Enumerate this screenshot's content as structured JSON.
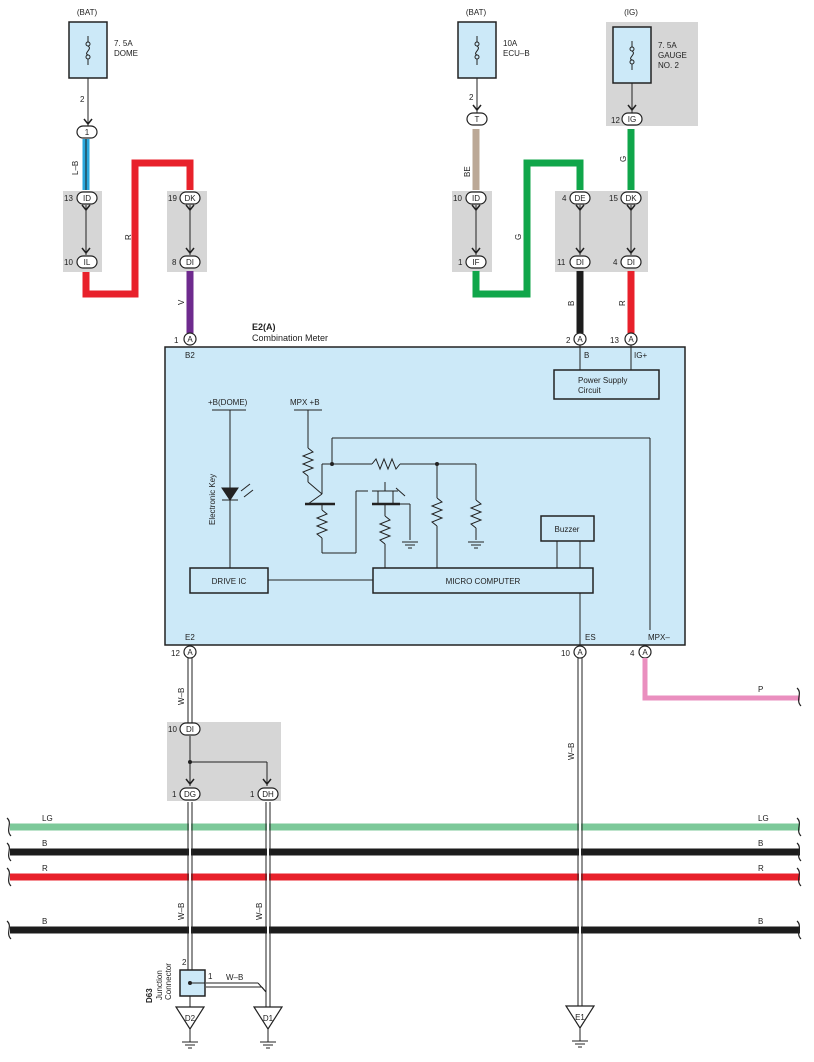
{
  "fuses": [
    {
      "source": "(BAT)",
      "rating": "7. 5A",
      "name": "DOME",
      "pin": "2"
    },
    {
      "source": "(BAT)",
      "rating": "10A",
      "name": "ECU–B",
      "pin": "2"
    },
    {
      "source": "(IG)",
      "rating": "7. 5A",
      "name": "GAUGE",
      "name2": "NO. 2",
      "pin": "12",
      "connector": "IG"
    }
  ],
  "connectors": {
    "dome_top": "1",
    "ecu_top": "T",
    "id": "ID",
    "il": "IL",
    "dk": "DK",
    "di": "DI",
    "if": "IF",
    "de": "DE",
    "dg": "DG",
    "dh": "DH",
    "a": "A"
  },
  "pins": {
    "p13": "13",
    "p10": "10",
    "p19": "19",
    "p8": "8",
    "p10b": "10",
    "p1": "1",
    "p4": "4",
    "p11": "11",
    "p15": "15",
    "p4b": "4",
    "m1": "1",
    "m2": "2",
    "m13": "13",
    "m12": "12",
    "m10": "10",
    "m4": "4",
    "j10": "10",
    "j1a": "1",
    "j1b": "1",
    "jc2": "2",
    "jc1": "1"
  },
  "wires": {
    "lb": "L–B",
    "r_left": "R",
    "v": "V",
    "be": "BE",
    "g_mid": "G",
    "g_right": "G",
    "b_meter": "B",
    "r_meter": "R",
    "wb_top": "W–B",
    "wb_es": "W–B",
    "p": "P",
    "wb_dg": "W–B",
    "wb_dh": "W–B",
    "wb_jc": "W–B"
  },
  "bus": [
    {
      "left": "LG",
      "right": "LG",
      "color": "#7dc99a"
    },
    {
      "left": "B",
      "right": "B",
      "color": "#1c1c1c"
    },
    {
      "left": "R",
      "right": "R",
      "color": "#e8212b"
    },
    {
      "left": "B",
      "right": "B",
      "color": "#1c1c1c"
    }
  ],
  "meter": {
    "id": "E2(A)",
    "name": "Combination Meter",
    "b2": "B2",
    "b": "B",
    "ig": "IG+",
    "power": "Power Supply",
    "power2": "Circuit",
    "dome": "+B(DOME)",
    "mpxb": "MPX +B",
    "ekey": "Electronic Key",
    "buzzer": "Buzzer",
    "drive": "DRIVE IC",
    "micro": "MICRO COMPUTER",
    "e2": "E2",
    "es": "ES",
    "mpx": "MPX–"
  },
  "junction": {
    "id": "D63",
    "name": "Junction",
    "name2": "Connector"
  },
  "grounds": [
    "D2",
    "D1",
    "E1"
  ],
  "colors": {
    "box_fill": "#cce9f8",
    "gray": "#d6d6d6",
    "lb": "#2aa7dc",
    "r": "#e8212b",
    "v": "#6e2a8e",
    "be": "#bba896",
    "g": "#10a64a",
    "b": "#1c1c1c",
    "p": "#ea8fbf"
  }
}
